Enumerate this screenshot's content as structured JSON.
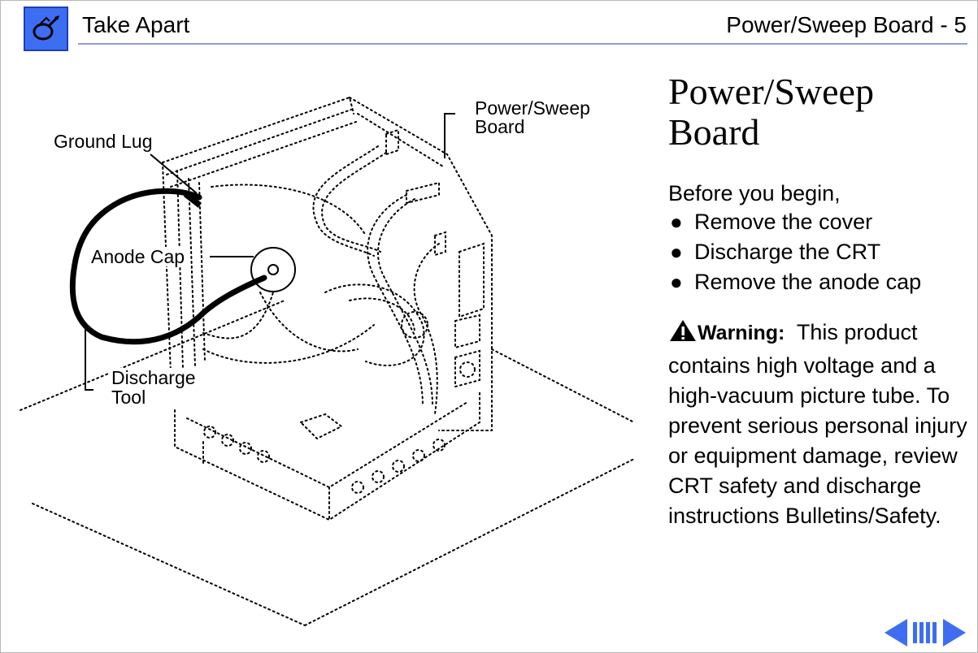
{
  "header": {
    "section_title": "Take Apart",
    "page_title": "Power/Sweep Board  -  5",
    "logo_icon": "apple-service-logo-icon"
  },
  "illustration": {
    "callouts": {
      "power_sweep_board": [
        "Power/Sweep",
        "Board"
      ],
      "ground_lug": "Ground Lug",
      "anode_cap": "Anode Cap",
      "discharge_tool": [
        "Discharge",
        "Tool"
      ]
    }
  },
  "content": {
    "title": [
      "Power/Sweep",
      "Board"
    ],
    "intro": "Before you begin,",
    "steps": [
      "Remove the cover",
      "Discharge the CRT",
      "Remove the anode cap"
    ],
    "warning": {
      "label": "Warning:",
      "text": "This product contains high voltage and a high-vacuum picture tube. To prevent serious personal injury or equipment damage, review CRT safety and discharge instructions Bulletins/Safety."
    }
  },
  "nav": {
    "prev_icon": "previous-arrow-icon",
    "index_icon": "index-bars-icon",
    "next_icon": "next-arrow-icon",
    "color": "#3d6ef2"
  }
}
